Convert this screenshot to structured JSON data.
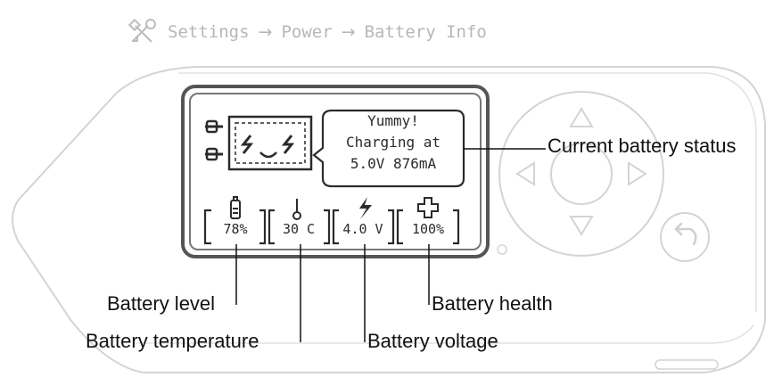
{
  "breadcrumb": {
    "icon": "settings-tools-icon",
    "items": [
      "Settings",
      "Power",
      "Battery Info"
    ],
    "separator": "→"
  },
  "lcd": {
    "status_lines": [
      "Yummy!",
      "Charging at",
      "5.0V 876mA"
    ],
    "stats": [
      {
        "icon": "battery-icon",
        "value": "78%"
      },
      {
        "icon": "thermometer-icon",
        "value": "30 C"
      },
      {
        "icon": "lightning-icon",
        "value": "4.0 V"
      },
      {
        "icon": "health-cross-icon",
        "value": "100%"
      }
    ]
  },
  "callouts": {
    "status": "Current battery status",
    "level": "Battery level",
    "temperature": "Battery temperature",
    "voltage": "Battery voltage",
    "health": "Battery health"
  },
  "colors": {
    "device_outline": "#d4d4d4",
    "lcd_frame": "#555555",
    "lcd_ink": "#2b2b2b",
    "callout_line": "#111111"
  }
}
